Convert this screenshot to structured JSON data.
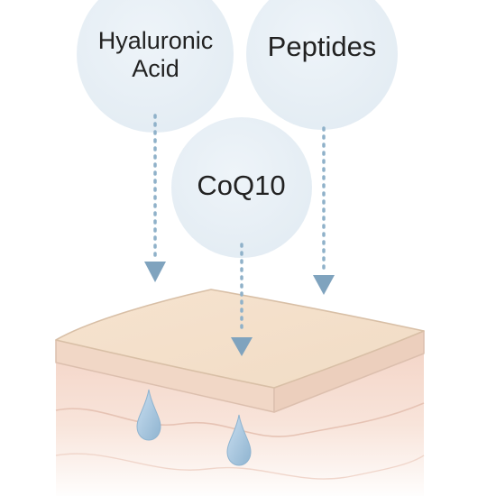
{
  "ingredients": {
    "hyaluronic_acid": {
      "line1": "Hyaluronic",
      "line2": "Acid"
    },
    "peptides": {
      "label": "Peptides"
    },
    "coq10": {
      "label": "CoQ10"
    }
  },
  "colors": {
    "bubble_fill": "#e8f0f6",
    "arrow": "#8fb1c9",
    "arrowhead": "#7fa3be",
    "skin_top": "#f4dfc8",
    "skin_edge": "#d8bfa6",
    "skin_front": "#f6d9cc",
    "droplet": "#a9c9df"
  }
}
